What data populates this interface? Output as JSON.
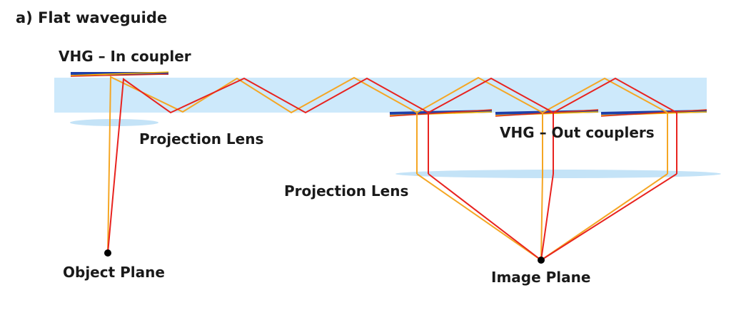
{
  "title": "a) Flat waveguide",
  "labels": {
    "in_coupler": "VHG – In coupler",
    "projection_lens_1": "Projection Lens",
    "out_couplers": "VHG – Out couplers",
    "projection_lens_2": "Projection Lens",
    "object_plane": "Object Plane",
    "image_plane": "Image Plane"
  },
  "colors": {
    "waveguide": "#cde9fb",
    "lens": "#c4e3f7",
    "ray_orange": "#f5a623",
    "ray_red": "#e8231f",
    "grating_blue": "#1f3fa8",
    "grating_red": "#d8301c",
    "grating_yellow": "#f5b500",
    "point": "#000000"
  }
}
